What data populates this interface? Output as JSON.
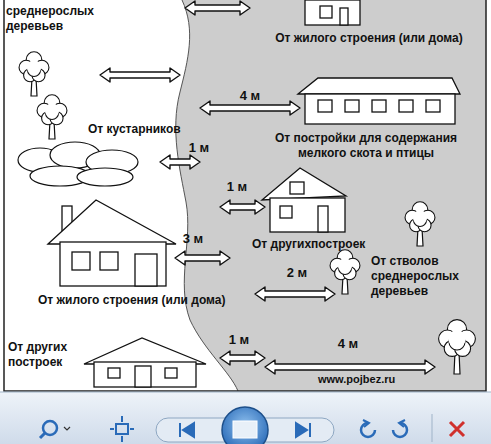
{
  "diagram": {
    "labels": [
      "среднерослых деревьев",
      "От жилого строения (или дома)",
      "4 м",
      "От постройки для содержания мелкого скота и птицы",
      "От кустарников",
      "1 м",
      "1 м",
      "От другихпостроек",
      "От стволов среднерослых деревьев",
      "3 м",
      "2 м",
      "От жилого строения (или дома)",
      "От других построек",
      "1 м",
      "4 м",
      "www.pojbez.ru"
    ]
  }
}
